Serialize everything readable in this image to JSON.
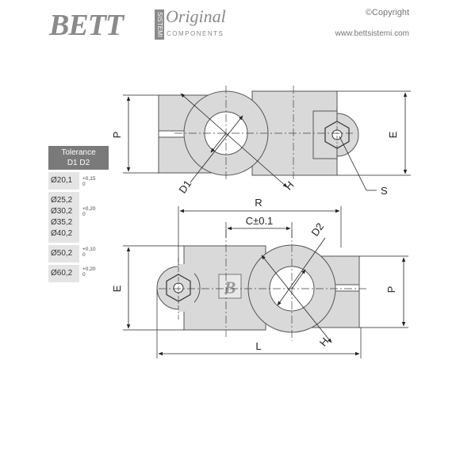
{
  "header": {
    "logo_text": "BETT",
    "logo_sistemi": "SISTEMI",
    "logo_original": "Original",
    "logo_components": "COMPONENTS",
    "copyright": "©Copyright",
    "website": "www.bettsistemi.com"
  },
  "tolerance": {
    "title_line1": "Tolerance",
    "title_line2": "D1 D2",
    "rows": [
      {
        "diameters": [
          "Ø20,1"
        ],
        "tol_upper": "+0,15",
        "tol_lower": "0"
      },
      {
        "diameters": [
          "Ø25,2",
          "Ø30,2",
          "Ø35,2",
          "Ø40,2"
        ],
        "tol_upper": "+0,20",
        "tol_lower": "0"
      },
      {
        "diameters": [
          "Ø50,2"
        ],
        "tol_upper": "+0,10",
        "tol_lower": "0"
      },
      {
        "diameters": [
          "Ø60,2"
        ],
        "tol_upper": "+0,20",
        "tol_lower": "0"
      }
    ]
  },
  "dimensions": {
    "top_view": {
      "p": "P",
      "e": "E",
      "d1": "D1",
      "h": "H",
      "s": "S"
    },
    "bottom_view": {
      "r": "R",
      "c": "C±0.1",
      "d2": "D2",
      "e": "E",
      "p": "P",
      "h": "H",
      "l": "L"
    }
  },
  "colors": {
    "part_fill": "#d9d9d9",
    "part_stroke": "#555555",
    "dim_line": "#222222",
    "logo_gray": "#8a8a8a"
  }
}
